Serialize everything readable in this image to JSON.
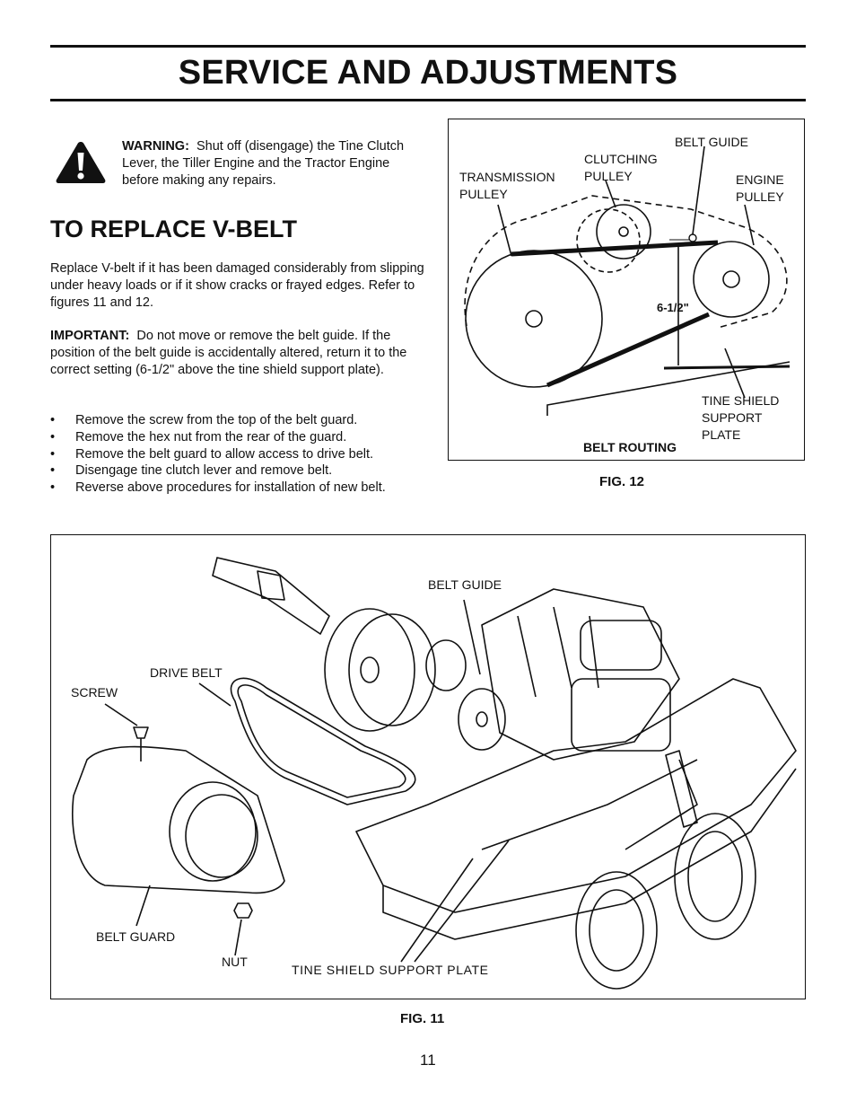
{
  "page": {
    "title": "SERVICE AND ADJUSTMENTS",
    "number": "11"
  },
  "warning": {
    "icon": "warning-triangle-icon",
    "label": "WARNING:",
    "text": "Shut off (disengage) the Tine Clutch Lever, the Tiller Engine and the Tractor Engine before making any repairs."
  },
  "section": {
    "title": "TO REPLACE V-BELT",
    "intro": "Replace V-belt if it has been damaged considerably from slipping under heavy loads or if it show cracks or frayed edges. Refer to figures 11 and 12.",
    "important_label": "IMPORTANT:",
    "important_text": "Do not move or remove the belt guide. If the position of the belt guide is accidentally altered, return it to the correct setting (6-1/2\" above the tine shield support plate).",
    "bullet": "•",
    "steps": [
      "Remove the screw from the top of the belt guard.",
      "Remove the hex nut from the rear of the guard.",
      "Remove the belt guard to allow access to drive belt.",
      "Disengage tine clutch lever and remove belt.",
      "Reverse above procedures for installation of new belt."
    ]
  },
  "fig12": {
    "caption": "FIG. 12",
    "labels": {
      "belt_guide": "BELT GUIDE",
      "clutching_1": "CLUTCHING",
      "clutching_2": "PULLEY",
      "transmission_1": "TRANSMISSION",
      "transmission_2": "PULLEY",
      "engine_1": "ENGINE",
      "engine_2": "PULLEY",
      "dimension": "6-1/2\"",
      "tine_1": "TINE SHIELD",
      "tine_2": "SUPPORT",
      "tine_3": "PLATE",
      "belt_routing": "BELT ROUTING"
    }
  },
  "fig11": {
    "caption": "FIG. 11",
    "labels": {
      "belt_guide": "BELT GUIDE",
      "drive_belt": "DRIVE BELT",
      "screw": "SCREW",
      "belt_guard": "BELT GUARD",
      "nut": "NUT",
      "tine_shield": "TINE SHIELD SUPPORT PLATE"
    }
  }
}
